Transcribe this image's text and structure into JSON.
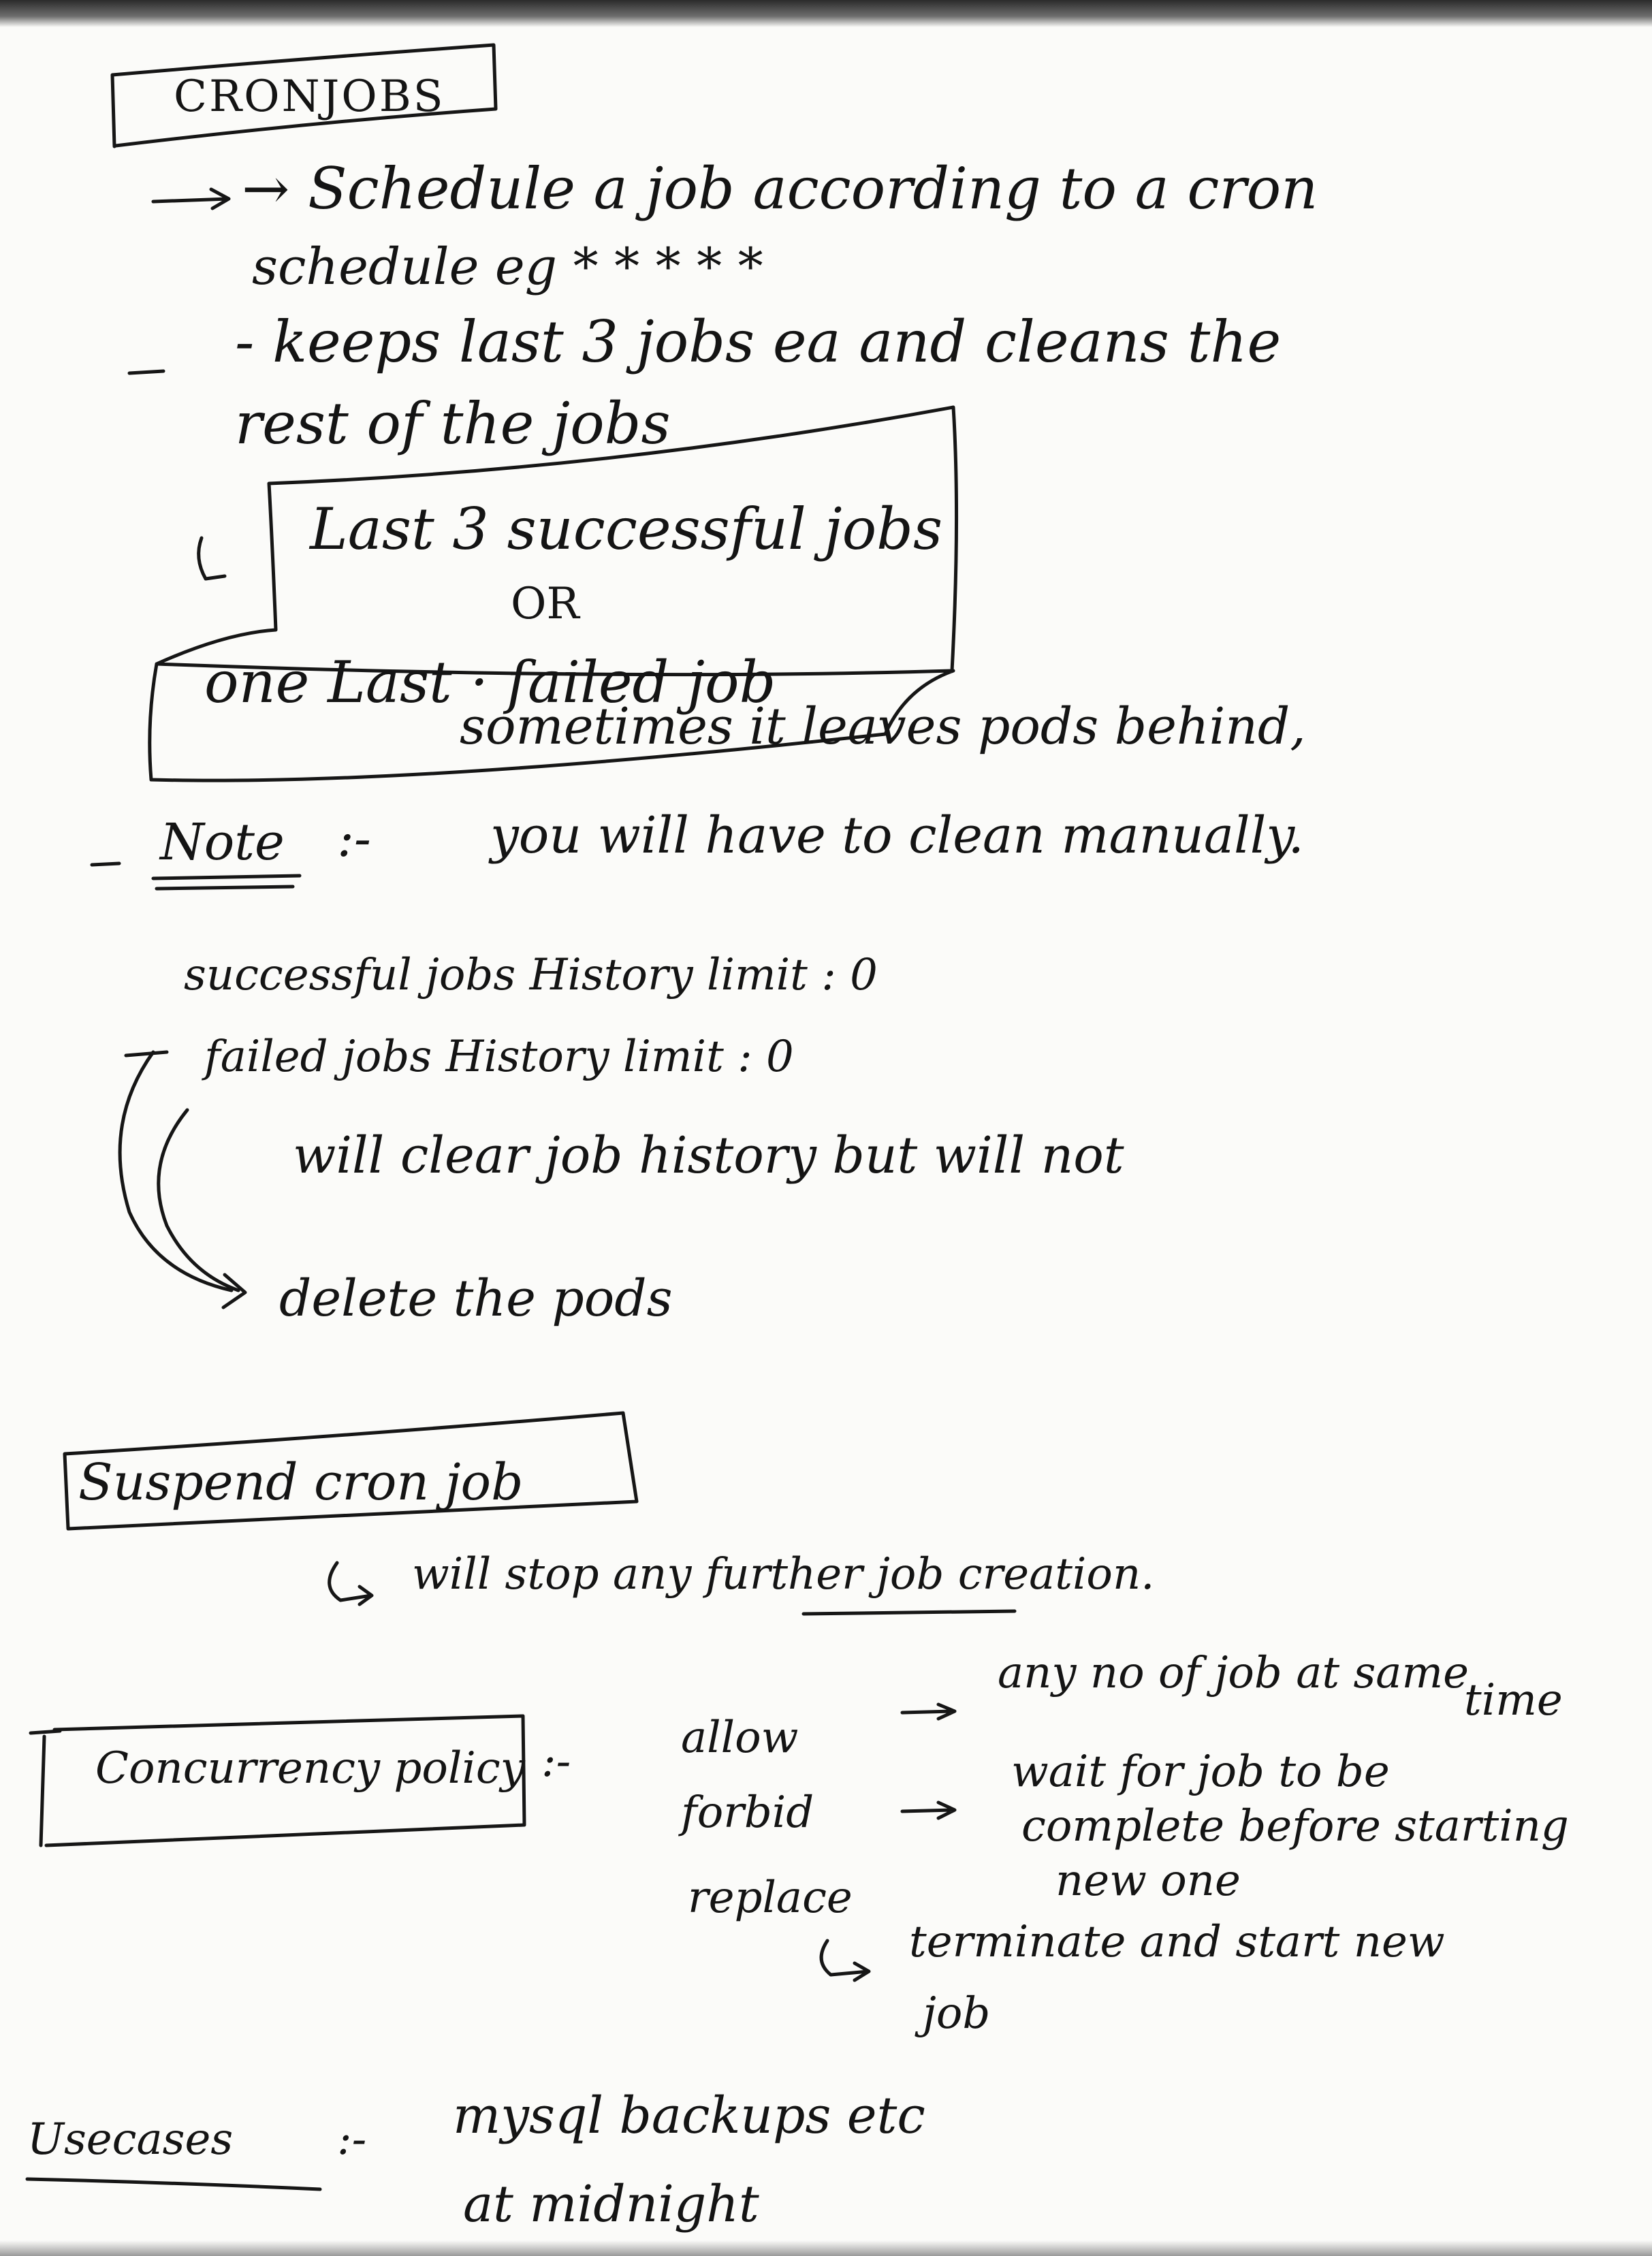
{
  "title": "CRONJOBS",
  "schedule_line1": "→ Schedule a job according to a cron",
  "schedule_line2": "schedule eg * * * * *",
  "keeps_line1": "- keeps last 3 jobs ea and cleans the",
  "keeps_line2": "rest of the jobs",
  "box_line1": "Last 3 successful jobs",
  "box_or": "OR",
  "box_line2": "one Last · failed job",
  "note_label": "Note",
  "note_sep": ":-",
  "note_line1": "sometimes it leaves pods behind,",
  "note_line2": "you will have to clean manually.",
  "success_limit": "successful jobs History limit : 0",
  "failed_limit": "failed jobs History limit : 0",
  "clear_line1": "will clear job history but will not",
  "clear_line2": "delete the pods",
  "suspend_title": "Suspend cron job",
  "suspend_desc": "will stop any further job creation.",
  "concurrency_title": "Concurrency policy",
  "concurrency_sep": ":-",
  "policy_allow": "allow",
  "policy_forbid": "forbid",
  "policy_replace": "replace",
  "allow_desc_1": "any no of job at same",
  "allow_desc_2": "time",
  "forbid_desc_1": "wait for job to be",
  "forbid_desc_2": "complete before starting",
  "forbid_desc_3": "new one",
  "replace_desc_1": "terminate and start new",
  "replace_desc_2": "job",
  "usecases_label": "Usecases",
  "usecases_sep": ":-",
  "usecases_line1": "mysql backups etc",
  "usecases_line2": "at midnight"
}
